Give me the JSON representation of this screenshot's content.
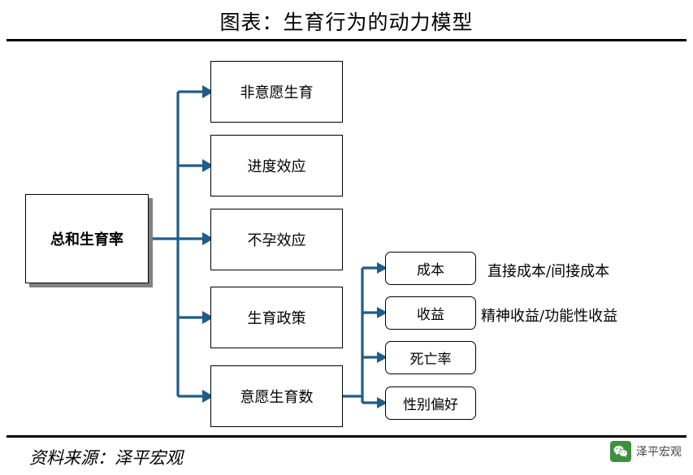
{
  "title": "图表：生育行为的动力模型",
  "source": "资料来源：泽平宏观",
  "watermark": {
    "text": "泽平宏观",
    "icon": "wechat-logo-icon"
  },
  "diagram": {
    "root": {
      "label": "总和生育率"
    },
    "level2": [
      {
        "id": "unintended",
        "label": "非意愿生育"
      },
      {
        "id": "tempo",
        "label": "进度效应"
      },
      {
        "id": "infertile",
        "label": "不孕效应"
      },
      {
        "id": "policy",
        "label": "生育政策"
      },
      {
        "id": "desired",
        "label": "意愿生育数"
      }
    ],
    "level3": [
      {
        "id": "cost",
        "label": "成本",
        "annotation": "直接成本/间接成本"
      },
      {
        "id": "benefit",
        "label": "收益",
        "annotation": "精神收益/功能性收益"
      },
      {
        "id": "mortality",
        "label": "死亡率",
        "annotation": ""
      },
      {
        "id": "gender",
        "label": "性别偏好",
        "annotation": ""
      }
    ],
    "arrow_color": "#1F5C8B",
    "node_border_color": "#000000",
    "node_shadow_color": "#808080"
  }
}
